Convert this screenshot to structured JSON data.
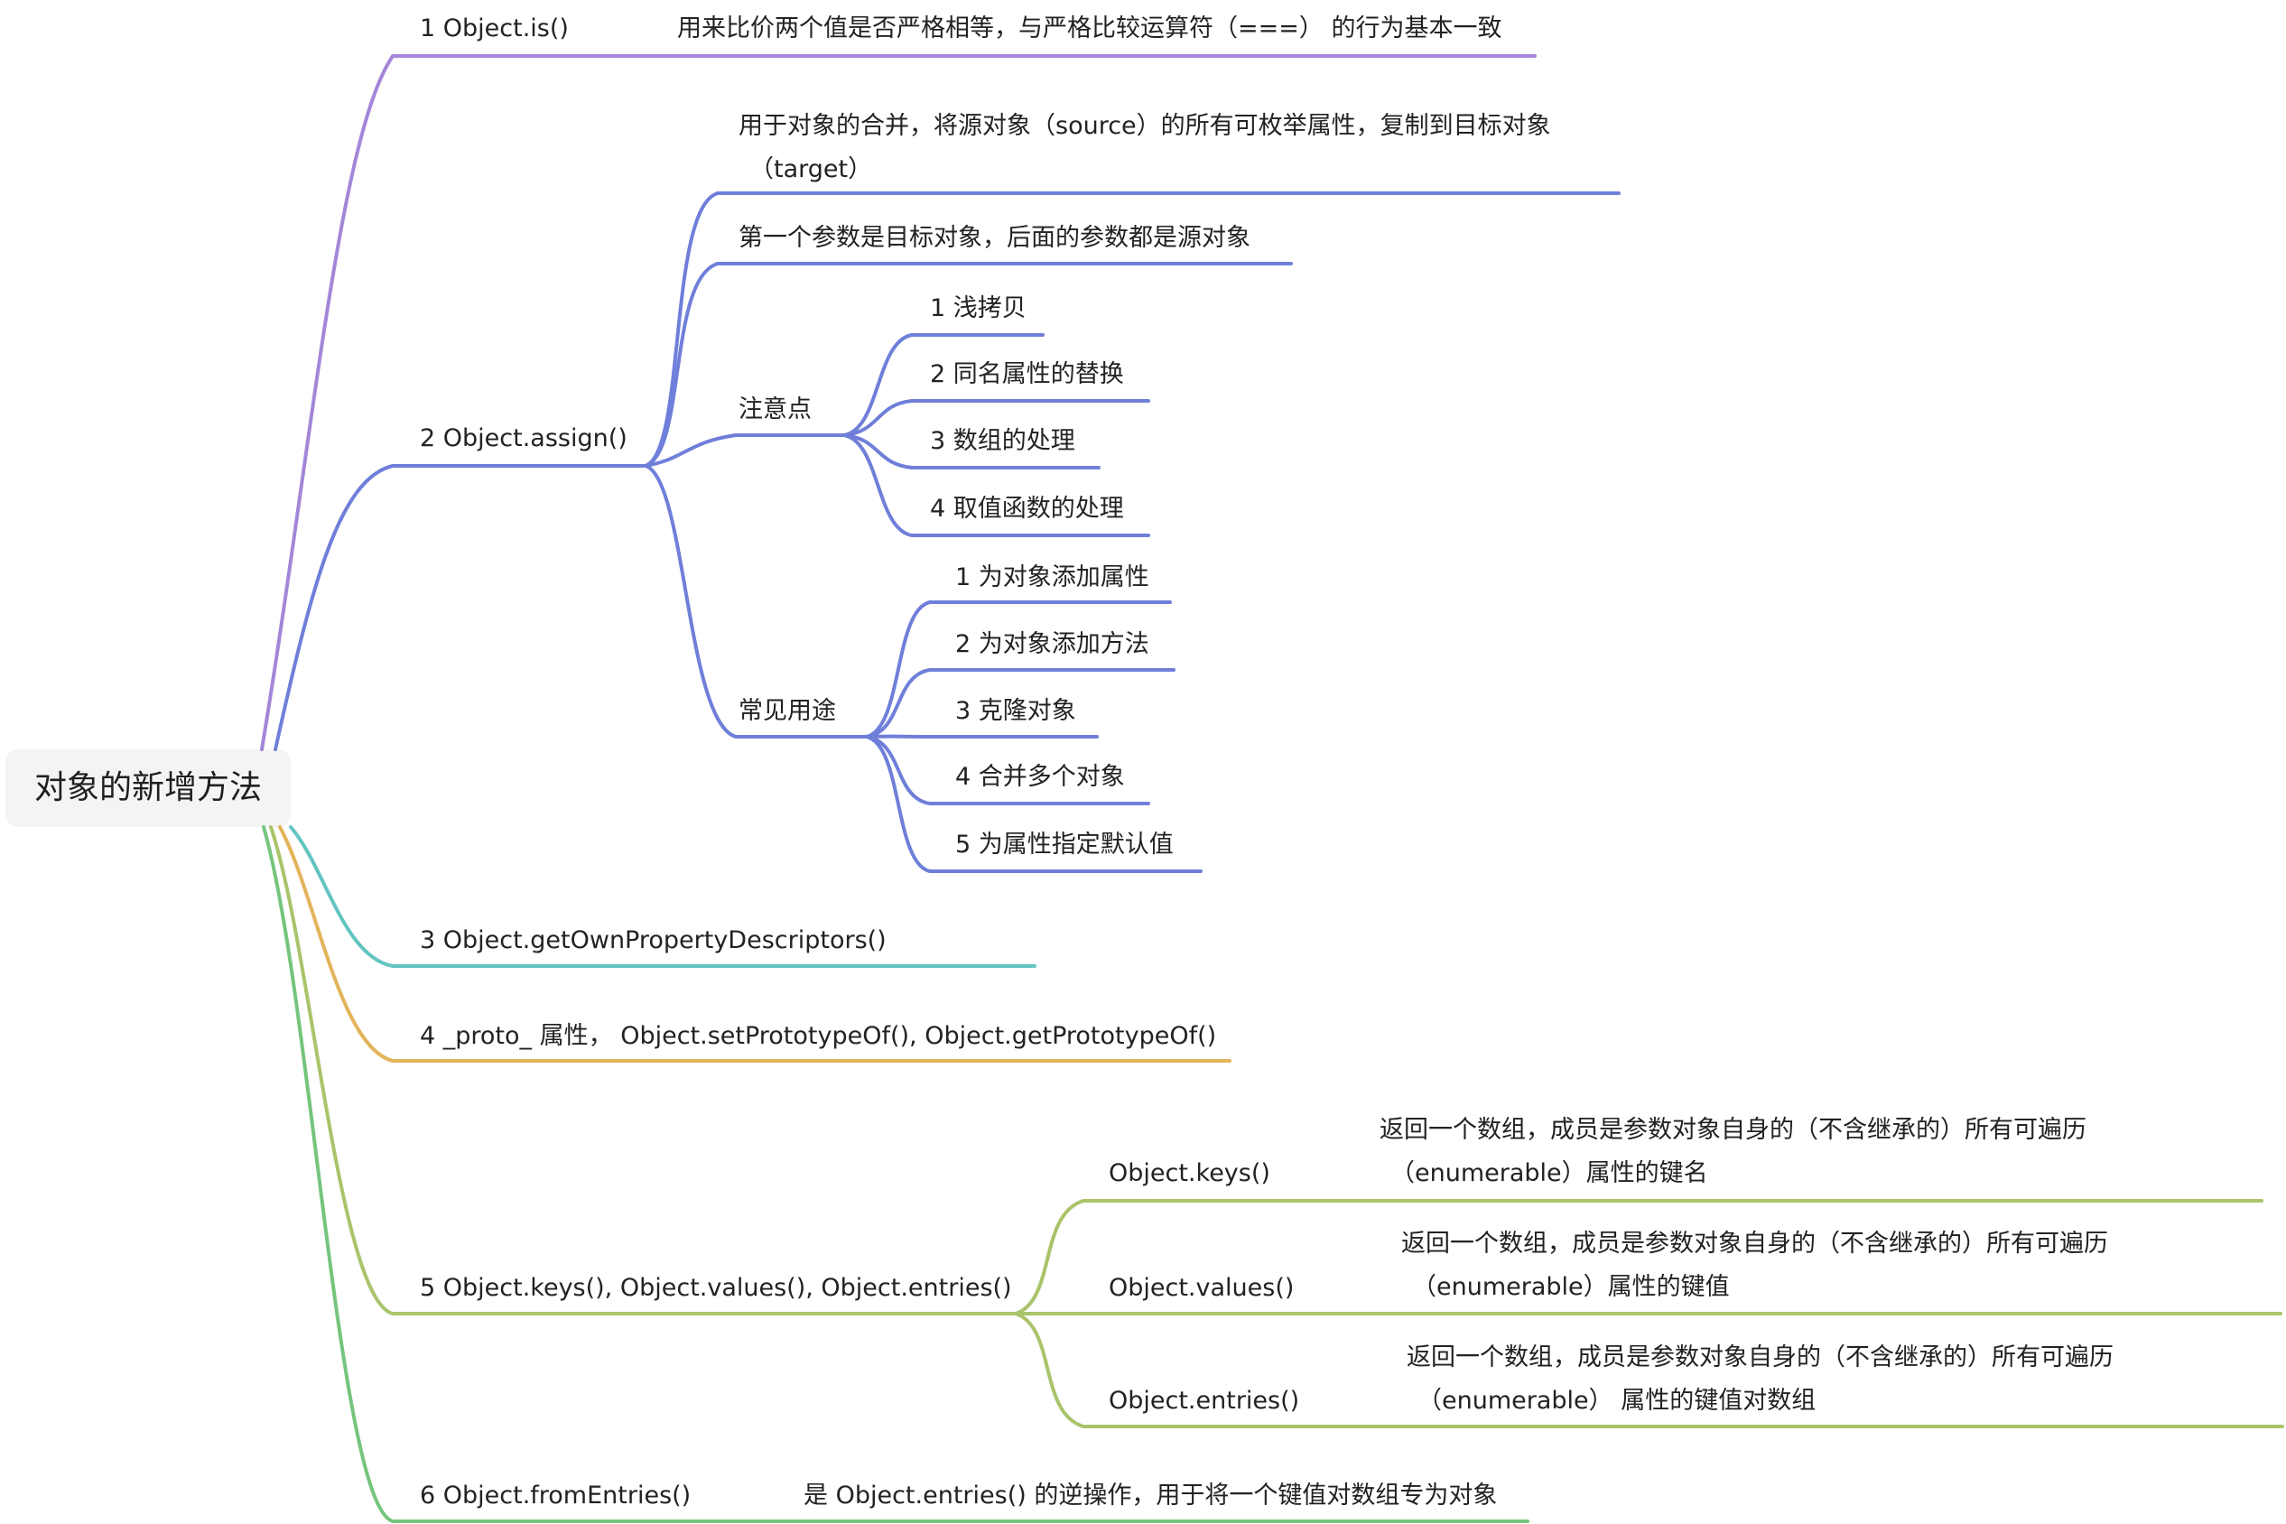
{
  "colors": {
    "purple": "#a486d8",
    "blue": "#6f7fd9",
    "teal": "#63c4c0",
    "orange": "#e3b45b",
    "olive": "#a9c46a",
    "green": "#76c47d",
    "root_fill": "#f4f4f4",
    "text": "#222222"
  },
  "root": {
    "label": "对象的新增方法"
  },
  "branches": [
    {
      "label": "1 Object.is()",
      "note": "用来比价两个值是否严格相等，与严格比较运算符（===） 的行为基本一致"
    },
    {
      "label": "2 Object.assign()",
      "children": [
        {
          "lines": [
            "用于对象的合并，将源对象（source）的所有可枚举属性，复制到目标对象",
            "（target）"
          ]
        },
        {
          "lines": [
            "第一个参数是目标对象，后面的参数都是源对象"
          ]
        },
        {
          "label": "注意点",
          "children": [
            "1 浅拷贝",
            "2 同名属性的替换",
            "3 数组的处理",
            "4 取值函数的处理"
          ]
        },
        {
          "label": "常见用途",
          "children": [
            "1 为对象添加属性",
            "2 为对象添加方法",
            "3 克隆对象",
            "4 合并多个对象",
            "5 为属性指定默认值"
          ]
        }
      ]
    },
    {
      "label": "3 Object.getOwnPropertyDescriptors()"
    },
    {
      "label": "4 _proto_ 属性，  Object.setPrototypeOf(), Object.getPrototypeOf()"
    },
    {
      "label": "5 Object.keys(), Object.values(), Object.entries()",
      "children": [
        {
          "label": "Object.keys()",
          "note_lines": [
            "返回一个数组，成员是参数对象自身的（不含继承的）所有可遍历",
            "（enumerable）属性的键名"
          ]
        },
        {
          "label": "Object.values()",
          "note_lines": [
            "返回一个数组，成员是参数对象自身的（不含继承的）所有可遍历",
            "（enumerable）属性的键值"
          ]
        },
        {
          "label": "Object.entries()",
          "note_lines": [
            "返回一个数组，成员是参数对象自身的（不含继承的）所有可遍历",
            "（enumerable） 属性的键值对数组"
          ]
        }
      ]
    },
    {
      "label": "6 Object.fromEntries()",
      "note": "是 Object.entries() 的逆操作，用于将一个键值对数组专为对象"
    }
  ]
}
